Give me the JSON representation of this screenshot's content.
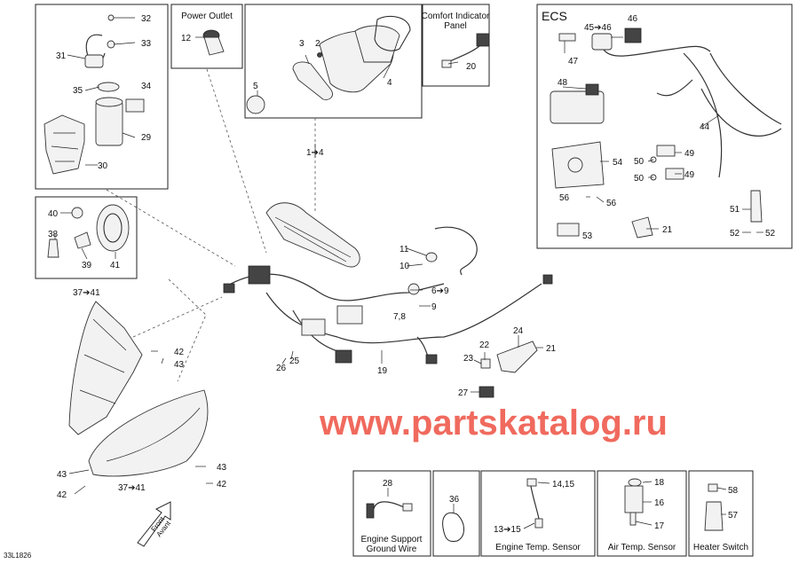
{
  "diagram_code": "33L1826",
  "watermark": "www.partskatalog.ru",
  "front_arrow": [
    "Front",
    "Avant"
  ],
  "ecs_title": "ECS",
  "boxes": {
    "power_outlet": "Power Outlet",
    "comfort_indicator": [
      "Comfort Indicator",
      "Panel"
    ],
    "engine_support": [
      "Engine Support",
      "Ground Wire"
    ],
    "engine_temp": "Engine Temp. Sensor",
    "air_temp": "Air Temp. Sensor",
    "heater_switch": "Heater Switch"
  },
  "callouts": {
    "c32": "32",
    "c33": "33",
    "c31": "31",
    "c35": "35",
    "c34": "34",
    "c29": "29",
    "c30": "30",
    "c12": "12",
    "c3": "3",
    "c2": "2",
    "c5": "5",
    "c4": "4",
    "c20": "20",
    "c45": "45➔46",
    "c46": "46",
    "c47": "47",
    "c48": "48",
    "c54": "54",
    "c44": "44",
    "c49a": "49",
    "c49b": "49",
    "c50a": "50",
    "c50b": "50",
    "c56a": "56",
    "c56b": "56",
    "c51": "51",
    "c52a": "52",
    "c52b": "52",
    "c53": "53",
    "c21e": "21",
    "c1_4": "1➔4",
    "c40": "40",
    "c38": "38",
    "c39": "39",
    "c41": "41",
    "c37top": "37➔41",
    "c42a": "42",
    "c43a": "43",
    "c43b": "43",
    "c43c": "43",
    "c42b": "42",
    "c42c": "42",
    "c37bot": "37➔41",
    "c11": "11",
    "c10": "10",
    "c6_9": "6➔9",
    "c7_8": "7,8",
    "c9": "9",
    "c26": "26",
    "c25": "25",
    "c19": "19",
    "c24": "24",
    "c22": "22",
    "c23": "23",
    "c21": "21",
    "c27": "27",
    "c28": "28",
    "c36": "36",
    "c14_15": "14,15",
    "c13_15": "13➔15",
    "c18": "18",
    "c16": "16",
    "c17": "17",
    "c58": "58",
    "c57": "57"
  }
}
